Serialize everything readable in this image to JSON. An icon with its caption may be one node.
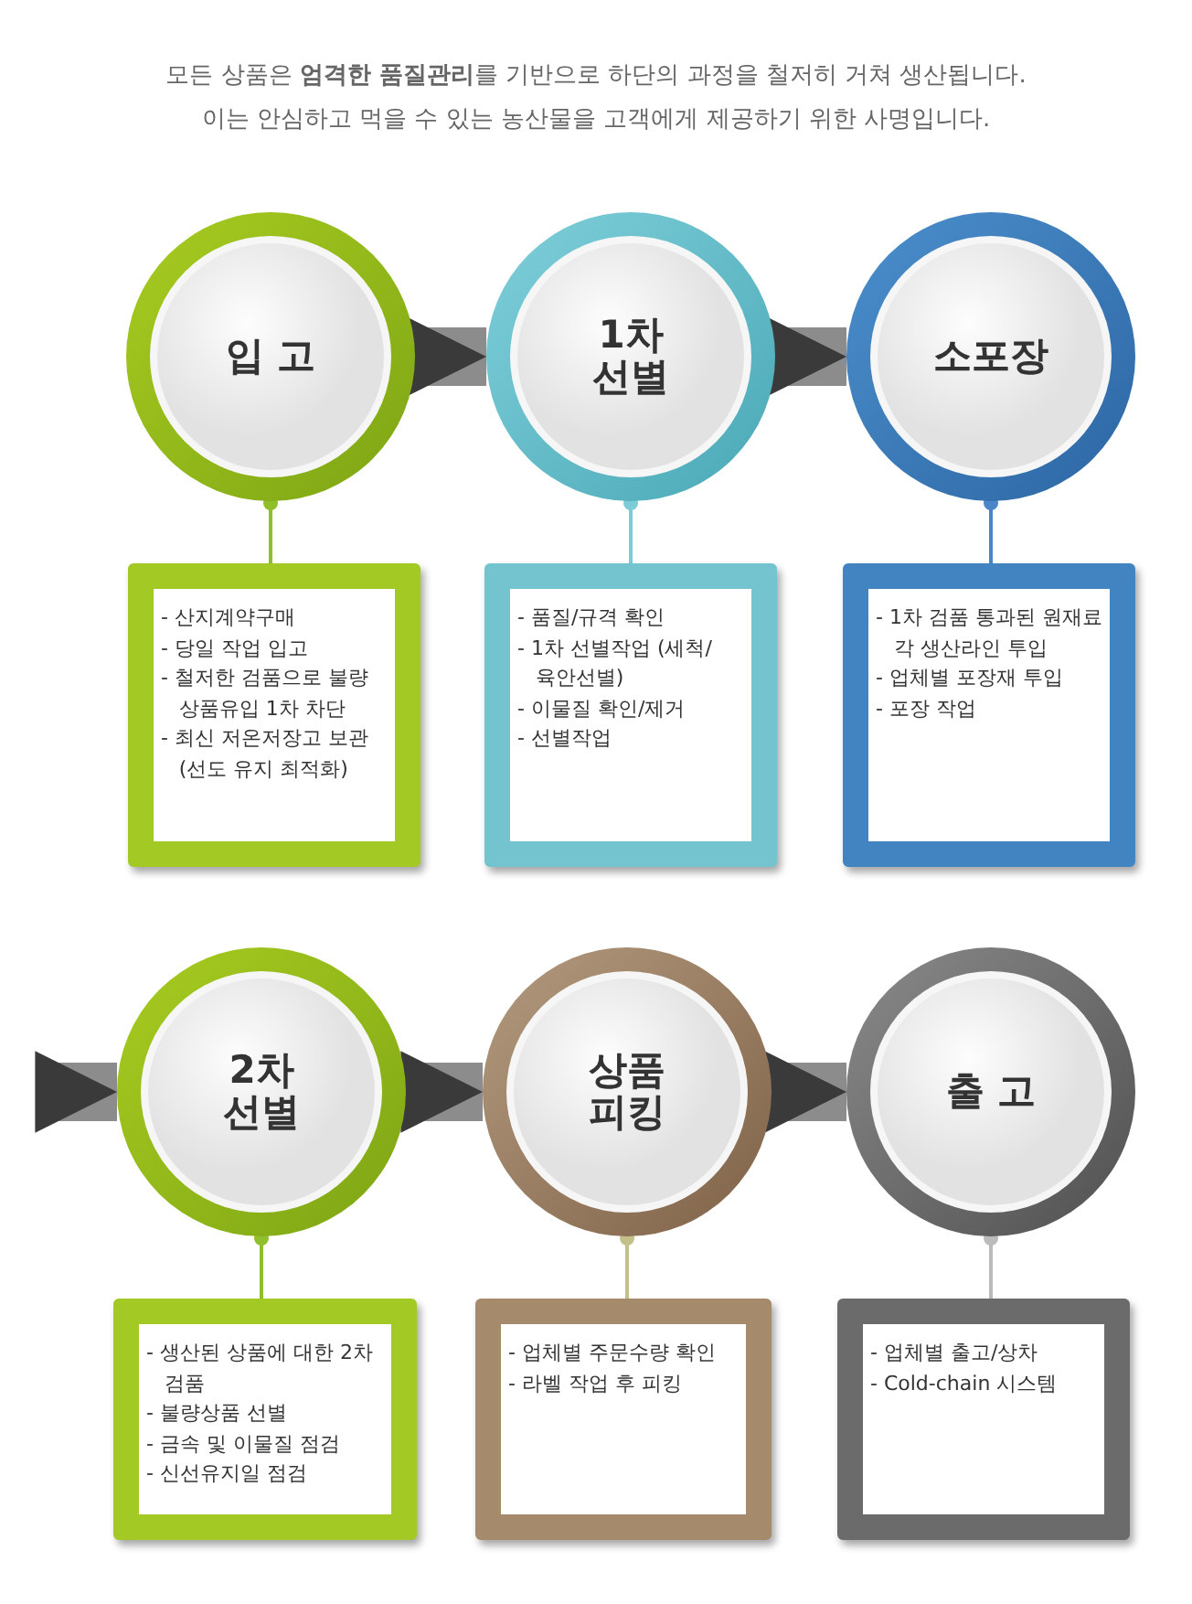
{
  "diagram": {
    "nodes": [
      {
        "text": [
          "입 고"
        ]
      },
      {
        "text": [
          "1차 선별"
        ]
      },
      {
        "text": [
          "소포장"
        ]
      },
      {
        "text": [
          "2차 선별"
        ]
      },
      {
        "text": [
          "상품 피킹"
        ]
      },
      {
        "text": [
          "출 고"
        ]
      },
      {
        "text": [
          "- 산지계약구매",
          "- 당일 작업 입고",
          "- 철저한 검품으로 불량 상품유입 1차 차단",
          "- 최신 저온저장고 보관 (선도 유지 최적화)"
        ]
      },
      {
        "text": [
          "- 품질/규격 확인",
          "- 1차 선별작업 (세척/육안선별)",
          "- 이물질 확인/제거",
          "- 선별작업"
        ]
      },
      {
        "text": [
          "- 1차 검품 통과된 원재료 각 생산라인 투입",
          "- 업체별 포장재 투입",
          "- 포장 작업"
        ]
      },
      {
        "text": [
          "- 생산된 상품에 대한 2차 검품",
          "- 불량상품 선별",
          "- 금속 및 이물질 점검",
          "- 신선유지일 점검"
        ]
      },
      {
        "text": [
          "- 업체별 주문수량 확인",
          "- 라벨 작업 후 피킹"
        ]
      },
      {
        "text": [
          "- 업체별 출고/상차",
          "- Cold-chain 시스템"
        ]
      }
    ],
    "edges": [
      {
        "from": 0,
        "to": 1,
        "arrow": "to",
        "style": "thick"
      },
      {
        "from": 1,
        "to": 2,
        "arrow": "to",
        "style": "thick"
      },
      {
        "from": null,
        "to": 3,
        "arrow": "to",
        "style": "thick"
      },
      {
        "from": 3,
        "to": 4,
        "arrow": "to",
        "style": "thick"
      },
      {
        "from": 4,
        "to": 5,
        "arrow": "to",
        "style": "thick"
      },
      {
        "from": 0,
        "to": 6,
        "arrow": "other",
        "color": "#8fbf2a"
      },
      {
        "from": 1,
        "to": 7,
        "arrow": "other",
        "color": "#7ccbd8"
      },
      {
        "from": 2,
        "to": 8,
        "arrow": "other",
        "color": "#4a86c8"
      },
      {
        "from": 3,
        "to": 9,
        "arrow": "other",
        "color": "#8fbf2a"
      },
      {
        "from": 4,
        "to": 10,
        "arrow": "other",
        "color": "#c4c08a"
      },
      {
        "from": 5,
        "to": 11,
        "arrow": "other",
        "color": "#bbbbbb"
      }
    ],
    "labels": [
      "모든 상품은 **엄격한 품질관리**를 기반으로 하단의 과정을 철저히 거쳐 생산됩니다.",
      "이는 안심하고 먹을 수 있는 농산물을 고객에게 제공하기 위한 사명입니다."
    ]
  }
}
